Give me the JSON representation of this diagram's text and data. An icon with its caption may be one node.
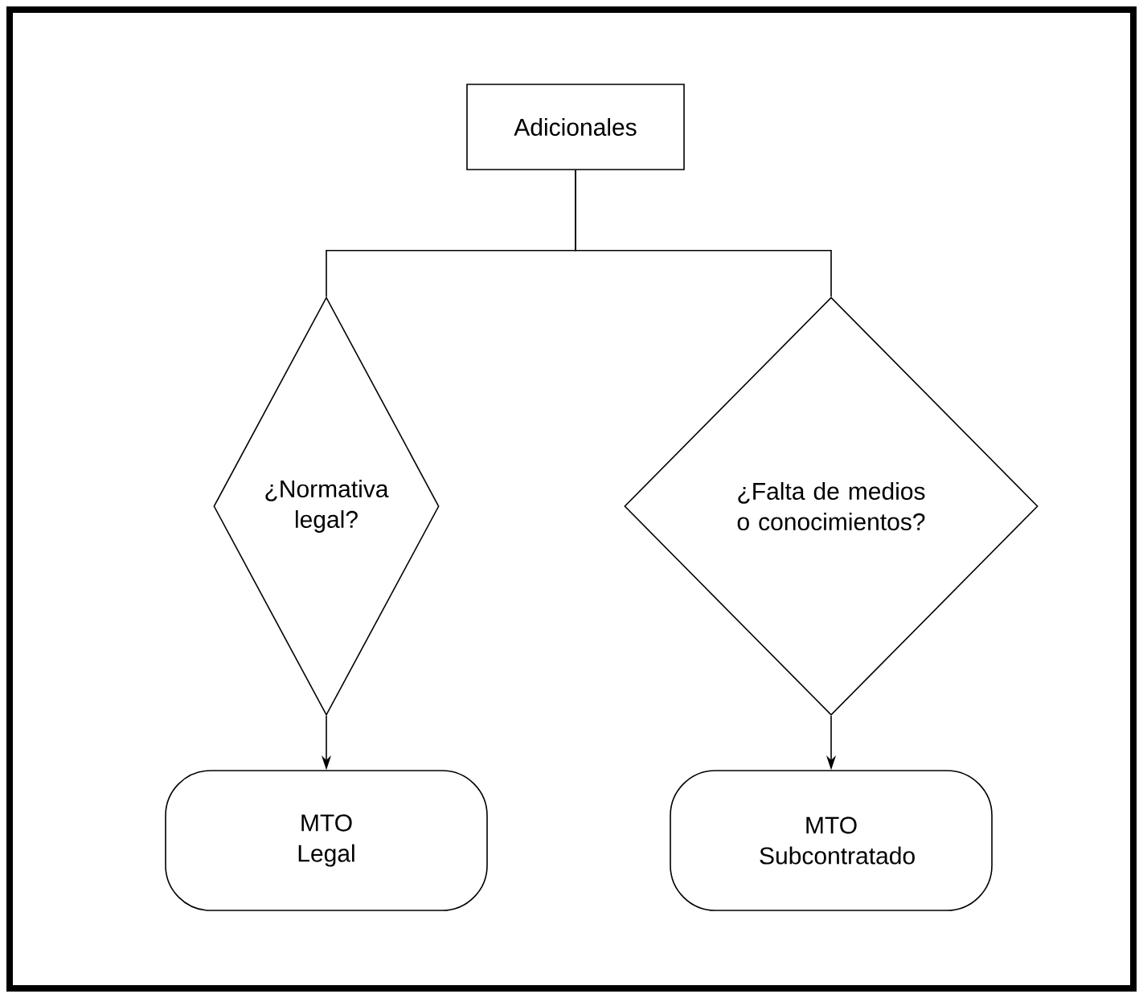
{
  "diagram": {
    "nodes": [
      {
        "text": [
          "Adicionales"
        ]
      },
      {
        "text": [
          "¿Normativa legal?"
        ]
      },
      {
        "text": [
          "¿Falta de medios o conocimientos?"
        ]
      },
      {
        "text": [
          "MTO Legal"
        ]
      },
      {
        "text": [
          "MTO Subcontratado"
        ]
      }
    ],
    "edges": [
      {
        "from": 0,
        "to": 1,
        "arrow": "none"
      },
      {
        "from": 0,
        "to": 2,
        "arrow": "none"
      },
      {
        "from": 1,
        "to": 3,
        "arrow": "to"
      },
      {
        "from": 2,
        "to": 4,
        "arrow": "to"
      }
    ]
  }
}
